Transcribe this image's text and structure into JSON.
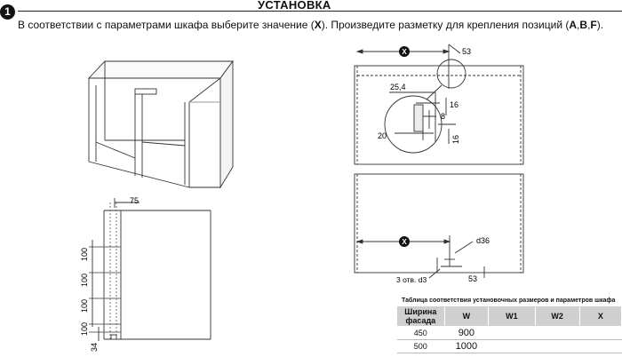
{
  "header": {
    "step_number": "1",
    "title": "УСТАНОВКА",
    "instruction": {
      "pre": "В соответствии с параметрами шкафа выберите значение (",
      "x": "X",
      "mid": "). Произведите разметку для крепления позиций (",
      "a": "A",
      "c1": ",",
      "b": "B",
      "c2": ",",
      "f": "F",
      "post": ")."
    }
  },
  "side_drawing": {
    "top_dim": "75",
    "spacings": [
      "100",
      "100",
      "100",
      "100"
    ],
    "bottom_dim": "34"
  },
  "top_drawing": {
    "x_label": "X",
    "right_dim": "53",
    "detail": {
      "d1": "25,4",
      "d2": "16",
      "d3": "8",
      "d4": "20",
      "d5": "16"
    }
  },
  "bottom_drawing": {
    "x_label": "X",
    "hole_dim": "d36",
    "holes_note": "3 отв. d3",
    "right_dim": "53"
  },
  "table": {
    "title": "Таблица соответствия установочных размеров и параметров шкафа",
    "headers": [
      "Ширина фасада",
      "W",
      "W1",
      "W2",
      "X"
    ],
    "rows": [
      [
        "450",
        "900",
        "",
        "",
        ""
      ],
      [
        "500",
        "1000",
        "",
        "",
        ""
      ]
    ]
  }
}
